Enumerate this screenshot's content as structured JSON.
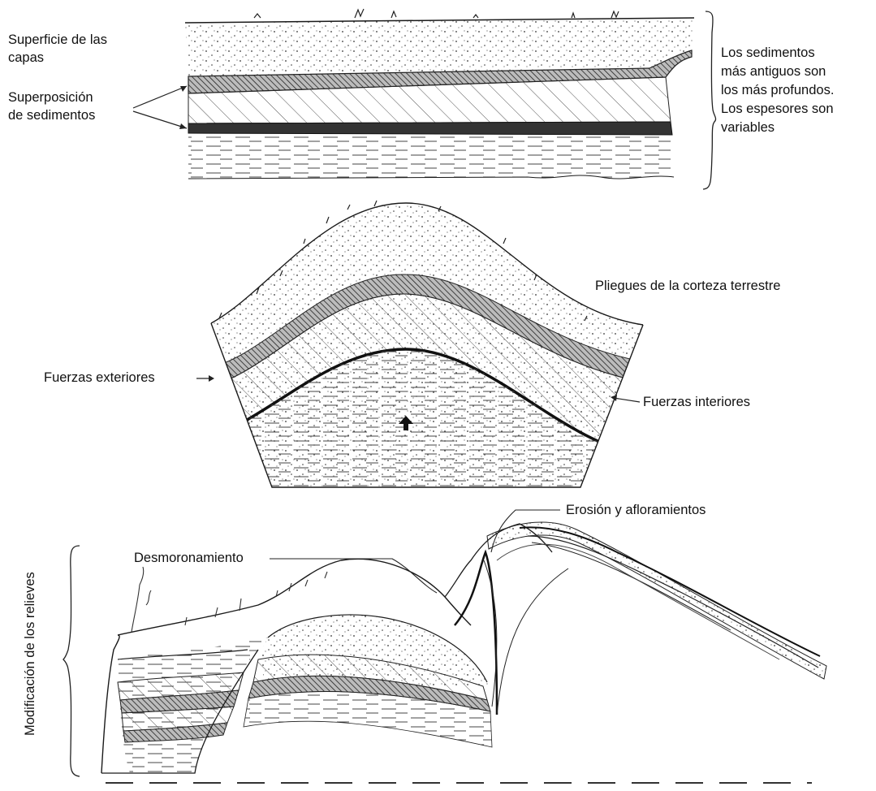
{
  "labels": {
    "superficie_line1": "Superficie de las",
    "superficie_line2": "capas",
    "superposicion_line1": "Superposición",
    "superposicion_line2": "de sedimentos",
    "sedimentos_line1": "Los sedimentos",
    "sedimentos_line2": "más antiguos son",
    "sedimentos_line3": "los más profundos.",
    "sedimentos_line4": "Los espesores son",
    "sedimentos_line5": "variables",
    "pliegues": "Pliegues de la corteza terrestre",
    "fuerzas_exteriores": "Fuerzas exteriores",
    "fuerzas_interiores": "Fuerzas interiores",
    "erosion": "Erosión y afloramientos",
    "desmoronamiento": "Desmoronamiento",
    "modificacion": "Modificación de los relieves"
  },
  "colors": {
    "ink": "#1a1a1a",
    "dark_layer": "#444444",
    "hatch_layer": "#777777",
    "paper": "#ffffff"
  }
}
